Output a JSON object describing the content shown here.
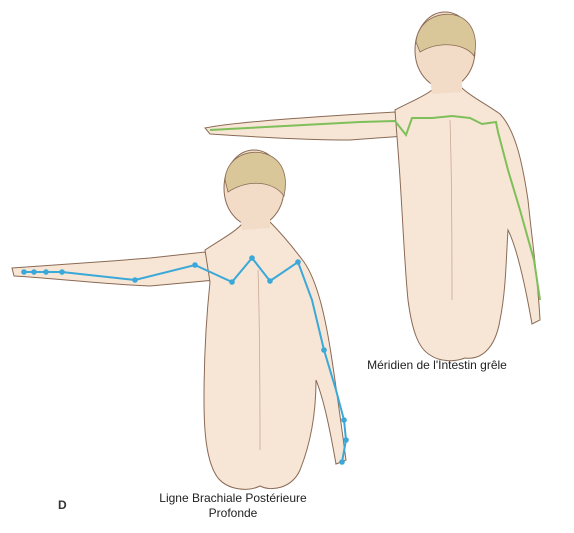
{
  "panel_letter": "D",
  "figures": {
    "right": {
      "caption": "Méridien de l'Intestin grêle",
      "line_color": "#7fbf5a"
    },
    "left": {
      "caption_line1": "Ligne Brachiale Postérieure",
      "caption_line2": "Profonde",
      "line_color": "#3aa8d8"
    }
  },
  "colors": {
    "skin": "#f7e6d6",
    "skin_outline": "#8a6a55",
    "hair": "#d9c79a"
  }
}
